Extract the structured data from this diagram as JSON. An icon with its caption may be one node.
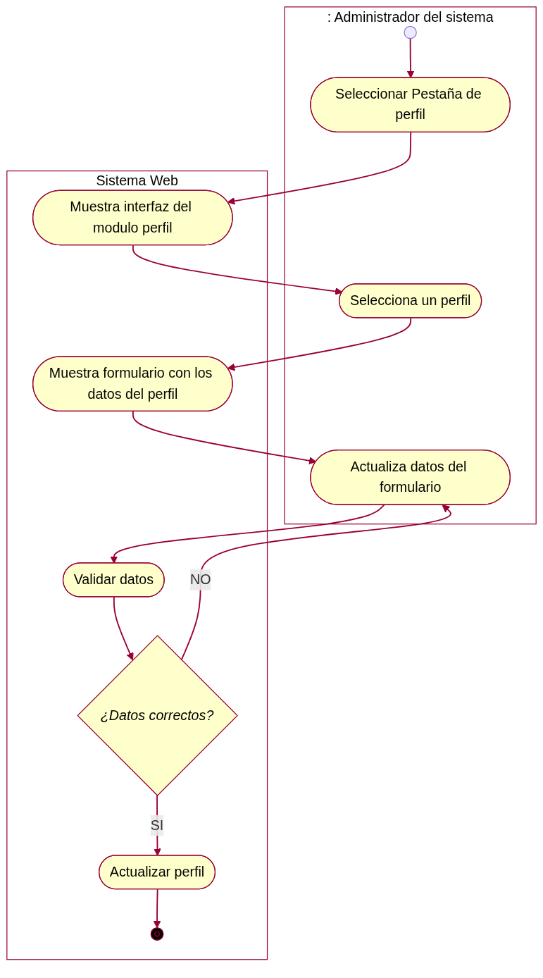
{
  "diagram": {
    "nodes": [
      {
        "text": [
          ": Administrador del sistema"
        ]
      },
      {
        "text": [
          "Sistema Web"
        ]
      },
      {
        "text": [],
        "shape": "circle",
        "in": 0
      },
      {
        "text": [
          "Seleccionar Pestaña de perfil"
        ],
        "in": 0
      },
      {
        "text": [
          "Muestra interfaz del modulo perfil"
        ],
        "in": 1
      },
      {
        "text": [
          "Selecciona un perfil"
        ],
        "in": 0
      },
      {
        "text": [
          "Muestra formulario con los datos del perfil"
        ],
        "in": 1
      },
      {
        "text": [
          "Actualiza datos del formulario"
        ],
        "in": 0
      },
      {
        "text": [
          "Validar datos"
        ],
        "in": 1
      },
      {
        "text": [
          "¿Datos correctos?"
        ],
        "in": 1
      },
      {
        "text": [
          "Actualizar perfil"
        ],
        "in": 1
      },
      {
        "text": [],
        "shape": "circle",
        "in": 1
      }
    ],
    "edges": [
      {
        "from": 2,
        "to": 3,
        "arrow": "to"
      },
      {
        "from": 3,
        "to": 4,
        "arrow": "to"
      },
      {
        "from": 4,
        "to": 5,
        "arrow": "to"
      },
      {
        "from": 5,
        "to": 6,
        "arrow": "to"
      },
      {
        "from": 6,
        "to": 7,
        "arrow": "to"
      },
      {
        "from": 7,
        "to": 8,
        "arrow": "to"
      },
      {
        "from": 8,
        "to": 9,
        "arrow": "to"
      },
      {
        "from": 9,
        "to": 7,
        "label": "NO",
        "arrow": "to"
      },
      {
        "from": 9,
        "to": 10,
        "label": "SI",
        "arrow": "to"
      },
      {
        "from": 10,
        "to": 11,
        "arrow": "to"
      }
    ]
  }
}
